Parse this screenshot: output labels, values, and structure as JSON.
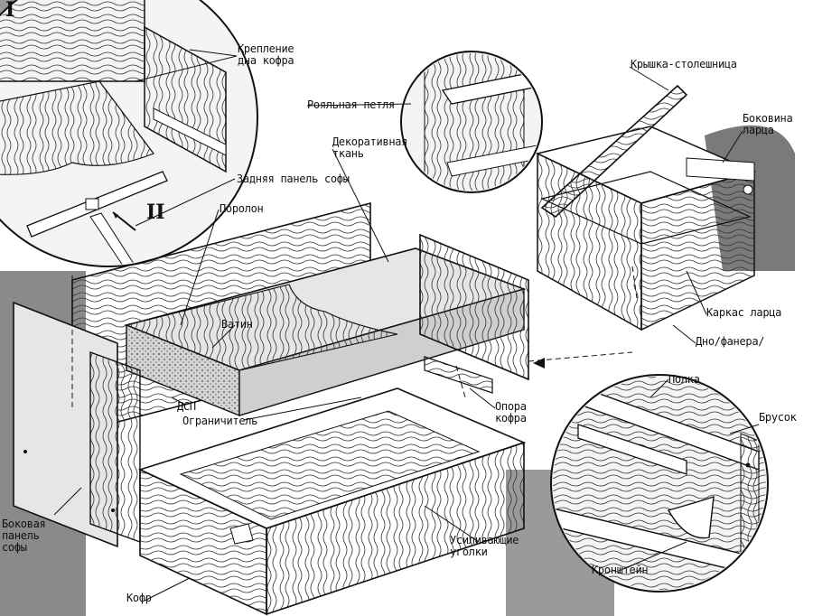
{
  "diagram": {
    "views": {
      "inset_1": "I",
      "inset_2": "II"
    },
    "labels": {
      "bottom_fixing_line1": "Крепление",
      "bottom_fixing_line2": "дна кофра",
      "back_panel": "Задняя панель софы",
      "foam": "Поролон",
      "piano_hinge": "Рояльная петля",
      "decor_fabric_line1": "Декоративная",
      "decor_fabric_line2": "ткань",
      "lid_tabletop": "Крышка-столешница",
      "box_side_line1": "Боковина",
      "box_side_line2": "ларца",
      "batting": "Ватин",
      "box_frame": "Каркас ларца",
      "bottom_plywood": "Дно/фанера/",
      "chipboard": "ДСП",
      "limiter": "Ограничитель",
      "box_support_line1": "Опора",
      "box_support_line2": "кофра",
      "shelf": "Полка",
      "bar": "Брусок",
      "sofa_side_line1": "Боковая",
      "sofa_side_line2": "панель",
      "sofa_side_line3": "софы",
      "reinforcing_corners_line1": "Усиливающие",
      "reinforcing_corners_line2": "уголки",
      "bracket": "Кронштейн",
      "coffer": "Кофр"
    },
    "colors": {
      "ink": "#111111",
      "grey_field": "#8a8a8a",
      "wood_light": "#eeeeee",
      "foam_fill": "#d9d9d9",
      "panel_fill": "#e6e6e6"
    }
  }
}
